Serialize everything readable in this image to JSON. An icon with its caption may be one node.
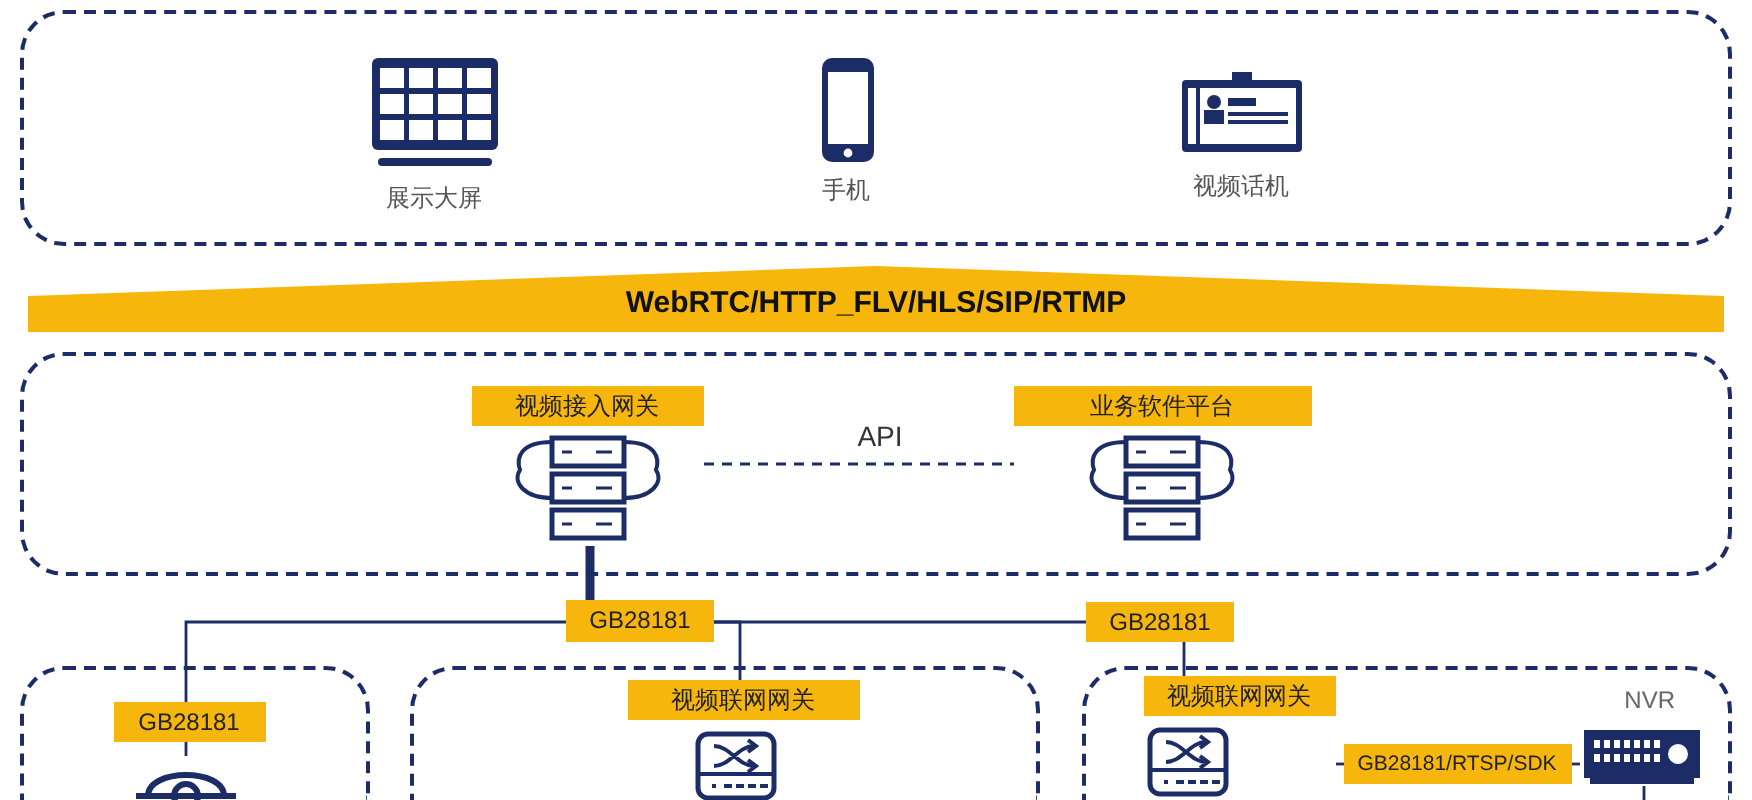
{
  "diagram": {
    "nodes": [
      {
        "text": [],
        "shape": "box"
      },
      {
        "text": [
          "展示大屏"
        ],
        "in": 0
      },
      {
        "text": [
          "手机"
        ],
        "in": 0
      },
      {
        "text": [
          "视频话机"
        ],
        "in": 0
      },
      {
        "text": [
          "WebRTC/HTTP_FLV/HLS/SIP/RTMP"
        ]
      },
      {
        "text": [],
        "shape": "box"
      },
      {
        "text": [
          "视频接入网关"
        ],
        "in": 5
      },
      {
        "text": [
          "业务软件平台"
        ],
        "in": 5
      },
      {
        "text": [
          "GB28181"
        ]
      },
      {
        "text": [],
        "shape": "box"
      },
      {
        "text": [],
        "shape": "picture",
        "in": 9
      },
      {
        "text": [],
        "shape": "box"
      },
      {
        "text": [
          "视频联网网关"
        ],
        "in": 11
      },
      {
        "text": [],
        "shape": "box"
      },
      {
        "text": [
          "视频联网网关"
        ],
        "in": 13
      },
      {
        "text": [
          "NVR"
        ],
        "in": 13
      },
      {
        "text": [
          "GB28181"
        ],
        "in": 9
      },
      {
        "text": [
          "GB28181"
        ]
      },
      {
        "text": [
          "GB28181/RTSP/SDK"
        ],
        "in": 13
      }
    ],
    "edges": [
      {
        "from": 6,
        "to": 8,
        "arrow": "none",
        "style": "thick"
      },
      {
        "from": 6,
        "to": 7,
        "arrow": "none",
        "style": "dashed",
        "label": "API"
      },
      {
        "from": 8,
        "to": 16,
        "arrow": "none"
      },
      {
        "from": 16,
        "to": 10,
        "arrow": "none"
      },
      {
        "from": 8,
        "to": 12,
        "arrow": "none"
      },
      {
        "from": 8,
        "to": 17,
        "arrow": "none"
      },
      {
        "from": 17,
        "to": 14,
        "arrow": "none"
      },
      {
        "from": 14,
        "to": 18,
        "arrow": "none"
      },
      {
        "from": 18,
        "to": 15,
        "arrow": "none"
      },
      {
        "from": 15,
        "to": null,
        "arrow": "none"
      }
    ]
  }
}
